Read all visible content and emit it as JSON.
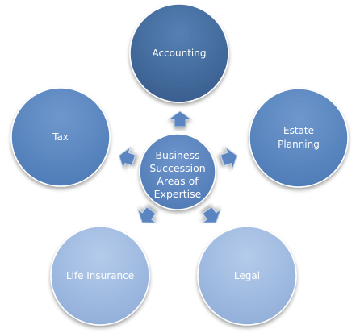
{
  "center": {
    "lines": [
      "Business",
      "Succession",
      "Areas of",
      "Expertise"
    ],
    "color": "#5a85c0"
  },
  "nodes": [
    {
      "label": "Accounting",
      "color": "#3f6697"
    },
    {
      "label_lines": [
        "Estate",
        "Planning"
      ],
      "color": "#5684bd"
    },
    {
      "label": "Legal",
      "color": "#9ab5dc"
    },
    {
      "label": "Life Insurance",
      "color": "#9ab5dc"
    },
    {
      "label": "Tax",
      "color": "#5684bd"
    }
  ]
}
